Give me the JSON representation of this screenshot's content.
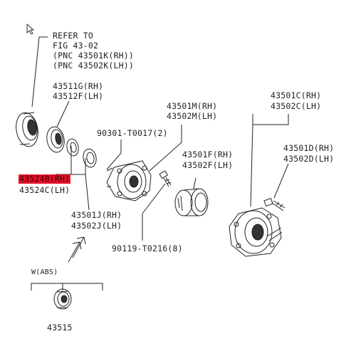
{
  "labels": {
    "refer_line1": "REFER TO",
    "refer_line2": "FIG 43-02",
    "refer_line3": "(PNC 43501K(RH))",
    "refer_line4": "(PNC 43502K(LH))",
    "p43511g": "43511G(RH)",
    "p43512f": "43512F(LH)",
    "p43524b": "43524B(RH)",
    "p43524c": "43524C(LH)",
    "p90301": "90301-T0017(2)",
    "p43501m": "43501M(RH)",
    "p43502m": "43502M(LH)",
    "p43501f": "43501F(RH)",
    "p43502f": "43502F(LH)",
    "p43501j": "43501J(RH)",
    "p43502j": "43502J(LH)",
    "p90119": "90119-T0216(8)",
    "p43501c": "43501C(RH)",
    "p43502c": "43502C(LH)",
    "p43501d": "43501D(RH)",
    "p43502d": "43502D(LH)",
    "w_abs": "W(ABS)",
    "p43515": "43515"
  },
  "colors": {
    "highlight": "#e8102a",
    "line": "#222222"
  }
}
